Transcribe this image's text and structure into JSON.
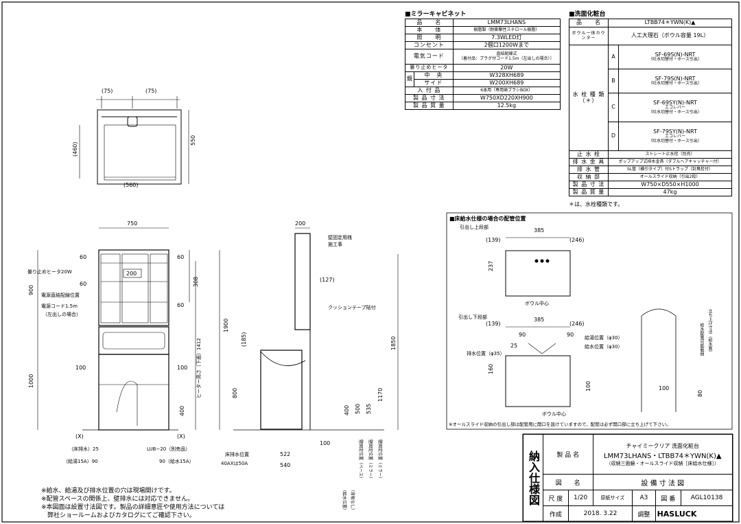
{
  "mirror": {
    "heading": "■ミラーキャビネット",
    "rows": [
      {
        "label": "品　　名",
        "value": "LMM73LHANS"
      },
      {
        "label": "本　　体",
        "value": "樹脂製（耐衝撃性スチロール樹脂）"
      },
      {
        "label": "照　　明",
        "value": "7.3WLED灯"
      },
      {
        "label": "コンセント",
        "value": "2個口1200Wまで"
      },
      {
        "label": "電気コード",
        "value": "直結配線式",
        "value2": "〔着付品：プラグ付コード1.5m（左出しの場合）〕"
      },
      {
        "label": "曇り止めヒータ",
        "value": "20W"
      },
      {
        "label": "中　央",
        "value": "W328XH689",
        "group": "鏡"
      },
      {
        "label": "サイド",
        "value": "W200XH689"
      },
      {
        "label": "入 付 品",
        "value": "6本用（専用歯ブラシBOX）"
      },
      {
        "label": "製 品 寸 法",
        "value": "W750XD220XH900"
      },
      {
        "label": "製 品 質 量",
        "value": "12.5kg"
      }
    ]
  },
  "vanity": {
    "heading": "■洗面化粧台",
    "product_label": "品　　名",
    "product_value": "LTBB74＊YWN(K)▲",
    "bowl_label": "ボウル一体カウンター",
    "bowl_value": "人工大理石（ボウル容量 19L）",
    "faucet_label": "水 栓 種 類 （＊）",
    "faucets": [
      {
        "key": "A",
        "model": "SF-69S(N)-NRT",
        "sub": "",
        "note": "（吐水切替付・ホース引出）"
      },
      {
        "key": "B",
        "model": "SF-79S(N)-NRT",
        "sub": "",
        "note": "（吐水切替付・ホース引出）"
      },
      {
        "key": "C",
        "model": "SF-69SY(N)-NRT",
        "sub": "エコレバー",
        "note": "（吐水切替付・ホース引出）"
      },
      {
        "key": "D",
        "model": "SF-79SY(N)-NRT",
        "sub": "エコレバー",
        "note": "（吐水切替付・ホース引出）"
      }
    ],
    "rows": [
      {
        "label": "止 水 栓",
        "value": "ストレート止水栓（別売）"
      },
      {
        "label": "排 水 金 具",
        "value": "ポップアップ式排水金具（ダブルヘアキャッチャー付）"
      },
      {
        "label": "排 水 管",
        "value": "SL管（横引タイプ）付Sトラップ（封臭栓付）"
      },
      {
        "label": "収 納 部",
        "value": "オールスライド収納（引出2段）"
      },
      {
        "label": "製 品 寸 法",
        "value": "W750×D550×H1000"
      },
      {
        "label": "製 品 質 量",
        "value": "47kg"
      }
    ],
    "footnote": "＊は、水栓種類です。"
  },
  "piping": {
    "heading": "■床給水仕様の場合の配管位置",
    "upper_label": "引出し上段部",
    "lower_label": "引出し下段部",
    "bowl_center": "ボウル中心",
    "drain_pos": "排水位置（φ35）",
    "hot_pos": "給湯位置（φ30）",
    "water_pos": "給水位置（φ30）",
    "riser_note": "立ち上げ寸法（給水管）",
    "area_note": "給水配管可能範囲",
    "bottom_note": "※オールスライド収納の引出し部は配管用に開口を設けていますので、配管は必ず開口部に立ち上げて下さい。",
    "dims": {
      "d385": "385",
      "d139": "(139)",
      "d246": "(246)",
      "d237": "237",
      "d90a": "90",
      "d90b": "90",
      "d25": "25",
      "d160": "160",
      "d100": "100",
      "d100b": "100",
      "d80": "80"
    }
  },
  "front": {
    "d750": "750",
    "d60a": "60",
    "d60b": "60",
    "d60c": "60",
    "d60d": "60",
    "d200": "200",
    "d308": "308",
    "d900": "900",
    "d1000": "1000",
    "d1900": "1900",
    "d1412": "ヒーター高さ（下面）1412",
    "d100a": "100",
    "d100b": "100",
    "d400": "400",
    "x1": "(X)",
    "x2": "(X)",
    "heater": "曇り止めヒータ20W",
    "power_wire": "電源直結配線位置",
    "cord": "電源コード1.5m",
    "cord2": "（左出しの場合）",
    "floor_drain": "（床排水）25",
    "supply15a": "（給湯15A）90",
    "water15a": "90（給水15A）",
    "lub": "LUB−20（別売品）"
  },
  "top": {
    "d75a": "(75)",
    "d75b": "(75)",
    "d460": "(460)",
    "d550": "550",
    "d560": "(560)"
  },
  "side": {
    "d200": "200",
    "wall_fixing": "壁固定用桟",
    "wall_fixing2": "施工事",
    "d127": "(127)",
    "cushion": "クッションテープ貼付",
    "d185": "(185)",
    "d1850": "1850",
    "d800": "800",
    "d1170": "1170",
    "d400": "400",
    "d500": "500",
    "d535": "535",
    "d100": "100",
    "d522": "522",
    "d540": "540",
    "floor_drain_pos": "床排水位置",
    "drain_size": "40AXは50A",
    "v1": "（給水位置）",
    "v2": "（背板なし）",
    "v3": "壁固定位置（ベース）",
    "v4": "壁固定位置（ミラー）",
    "v5": "壁固定位置（ミラー）"
  },
  "notes": [
    "※給水、給湯及び排水位置の穴は現場開けです。",
    "※配管スペースの関係上、壁排水には対応できません。",
    "※本図面は設置寸法図です。製品の詳細意匠や使用方法については",
    "　弊社ショールームおよびカタログにてご確認下さい。"
  ],
  "title_block": {
    "nounyu": "納入仕様図",
    "product_label": "製 品 名",
    "product_line1": "チャイミークリア 洗面化粧台",
    "product_line2": "LMM73LHANS・LTBB74＊YWN(K)▲",
    "product_line3": "（収納三面鏡・オールスライド収納［床給水仕様］）",
    "drawing_label": "図　　名",
    "drawing_name": "設 備 寸 法 図",
    "scale_label": "尺 度",
    "scale": "1/20",
    "paper_label": "原紙サイズ",
    "paper": "A3",
    "number_label": "図 番",
    "number": "AGL10138",
    "made_label": "作成",
    "date": "2018. 3.22",
    "check_label": "調整",
    "brand": "HASLUCK"
  }
}
